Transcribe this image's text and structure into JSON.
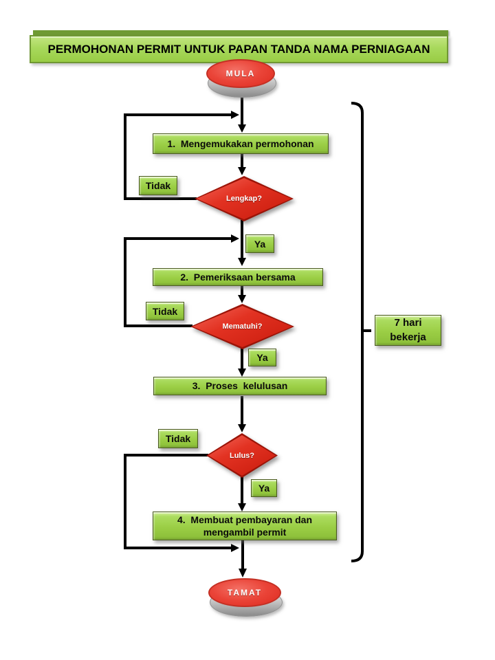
{
  "title": "PERMOHONAN PERMIT UNTUK PAPAN TANDA NAMA PERNIAGAAN",
  "flow": {
    "start_label": "MULA",
    "end_label": "TAMAT",
    "steps": [
      {
        "label": "1.  Mengemukakan permohonan"
      },
      {
        "label": "2.  Pemeriksaan bersama"
      },
      {
        "label": "3.  Proses  kelulusan"
      },
      {
        "label": "4.  Membuat pembayaran dan\nmengambil permit"
      }
    ],
    "decisions": [
      {
        "label": "Lengkap?"
      },
      {
        "label": "Mematuhi?"
      },
      {
        "label": "Lulus?"
      }
    ],
    "branch_no": "Tidak",
    "branch_yes": "Ya",
    "annotation": "7 hari\nbekerja"
  },
  "colors": {
    "box_green": "#9BCE45",
    "box_green_highlight": "#D6EFA0",
    "box_border_green": "#4A5A20",
    "title_green": "#A8D95C",
    "diamond_red": "#E23222",
    "diamond_border_red": "#9B1408",
    "terminator_red": "#EA4438",
    "terminator_base_gray": "#CDCDCD",
    "connector_black": "#000000",
    "text_black": "#0A0A0A",
    "text_white": "#FFFFFF"
  }
}
